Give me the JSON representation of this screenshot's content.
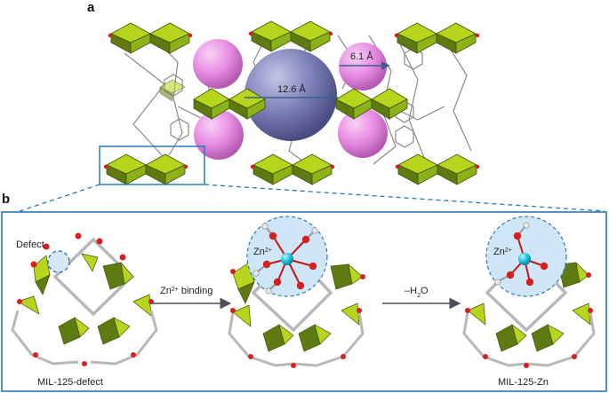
{
  "panel_a": {
    "letter": "a",
    "small_pore_size": "6.1 Å",
    "large_pore_size": "12.6 Å"
  },
  "panel_b": {
    "letter": "b",
    "defect_label": "Defect",
    "step1_label": "Zn",
    "step1_sup": "2+",
    "step1_suffix": " binding",
    "step2_label": "–H",
    "step2_sub": "2",
    "step2_suffix": "O",
    "zn_label": "Zn",
    "zn_sup": "2+",
    "left_caption": "MIL-125-defect",
    "right_caption": "MIL-125-Zn"
  },
  "colors": {
    "octa_light": "#b6d51c",
    "octa_dark": "#5e7a10",
    "pore_small": "#e88de4",
    "pore_large": "#7c80b8",
    "frame_blue": "#2878b8",
    "oxygen": "#d62020",
    "zinc": "#18c0d8",
    "halo": "#cfe6f6"
  },
  "icons": [
    "titanium-octahedron",
    "oxygen-atom",
    "zinc-atom",
    "hydrogen-atom",
    "pore-sphere",
    "arrow-right"
  ]
}
